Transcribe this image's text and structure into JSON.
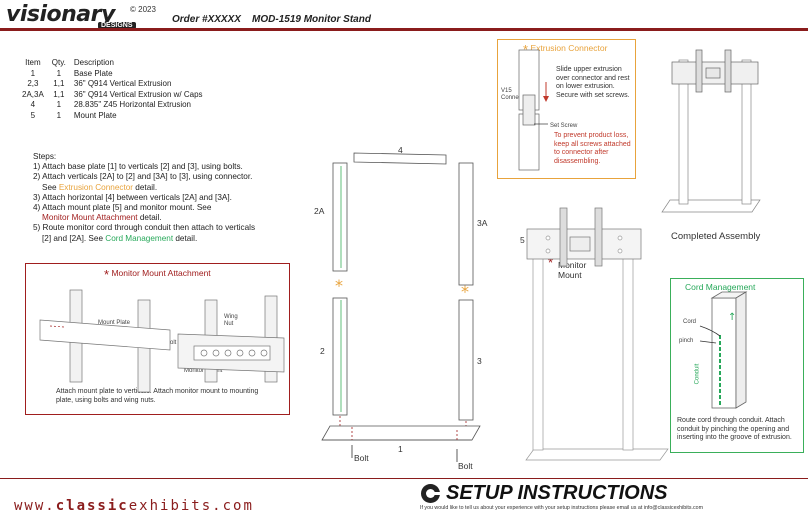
{
  "header": {
    "logo": "visionary",
    "logo_sub": "DESIGNS",
    "copyright": "© 2023",
    "order": "Order #XXXXX    MOD-1519 Monitor Stand"
  },
  "parts": {
    "headers": [
      "Item",
      "Qty.",
      "Description"
    ],
    "rows": [
      [
        "1",
        "1",
        "Base Plate"
      ],
      [
        "2,3",
        "1,1",
        "36\" Q914 Vertical Extrusion"
      ],
      [
        "2A,3A",
        "1,1",
        "36\" Q914 Vertical Extrusion w/ Caps"
      ],
      [
        "4",
        "1",
        "28.835\" Z45 Horizontal Extrusion"
      ],
      [
        "5",
        "1",
        "Mount Plate"
      ]
    ]
  },
  "steps": {
    "title": "Steps:",
    "s1": "1) Attach base plate [1] to verticals [2] and [3], using bolts.",
    "s2": "2) Attach verticals [2A] to [2] and [3A] to [3], using connector.",
    "s2b_pre": "See ",
    "s2b_link": "Extrusion Connector",
    "s2b_post": " detail.",
    "s3": "3) Attach horizontal [4] between verticals [2A] and [3A].",
    "s4": "4) Attach mount plate [5] and monitor mount. See",
    "s4b_link": "Monitor Mount Attachment",
    "s4b_post": " detail.",
    "s5": "5) Route monitor cord through conduit then attach to verticals",
    "s5b_pre": "[2] and [2A]. See ",
    "s5b_link": "Cord Management",
    "s5b_post": " detail."
  },
  "monitor_mount": {
    "title": "Monitor Mount Attachment",
    "label_mount_plate": "Mount Plate",
    "label_wing_nut": "Wing Nut",
    "label_bolt": "Bolt",
    "label_monitor_mount": "Monitor Mount",
    "caption": "Attach mount plate to verticals. Attach monitor mount to mounting plate, using bolts and wing nuts."
  },
  "extrusion_connector": {
    "title": "Extrusion Connector",
    "text": "Slide upper extrusion over connector and rest on lower extrusion. Secure with set screws.",
    "label_v15": "V15 Connector",
    "label_set_screw": "Set Screw",
    "warning": "To prevent product loss, keep all screws attached to connector after disassembling."
  },
  "cord_management": {
    "title": "Cord Management",
    "label_cord": "Cord",
    "label_pinch": "pinch",
    "label_conduit": "Conduit",
    "caption": "Route cord through conduit. Attach conduit by pinching the opening and inserting into the groove of extrusion."
  },
  "diagram_labels": {
    "l4": "4",
    "l2a": "2A",
    "l3a": "3A",
    "l2": "2",
    "l3": "3",
    "l1": "1",
    "l5": "5",
    "bolt_left": "Bolt",
    "bolt_right": "Bolt",
    "monitor_mount": "Monitor Mount",
    "completed": "Completed Assembly"
  },
  "footer": {
    "url_prefix": "www.",
    "url_brand": "classic",
    "url_rest": "exhibits",
    "url_tld": ".com",
    "setup": "SETUP INSTRUCTIONS",
    "sub": "If you would like to tell us about your experience with your setup instructions please email us at info@classicexhibits.com"
  },
  "colors": {
    "accent_red": "#a01e1e",
    "accent_orange": "#e8a33c",
    "accent_green": "#27a85a",
    "brand_maroon": "#8a1c1c"
  }
}
